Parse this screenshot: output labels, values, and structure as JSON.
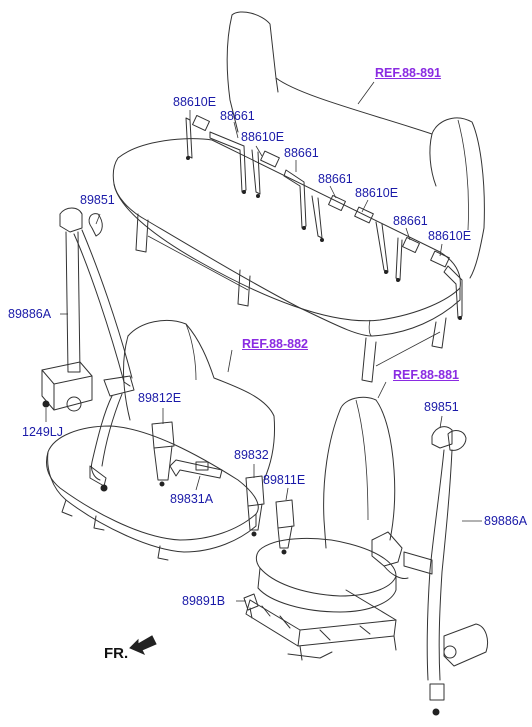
{
  "references": {
    "rear_seat_ref": "REF.88-891",
    "middle_seat_ref": "REF.88-882",
    "front_seat_ref": "REF.88-881"
  },
  "parts": {
    "buckle_rear_1": "88610E",
    "buckle_rear_2": "88610E",
    "buckle_rear_3": "88610E",
    "buckle_rear_4": "88610E",
    "belt_rear_1": "88661",
    "belt_rear_2": "88661",
    "belt_rear_3": "88661",
    "belt_rear_4": "88661",
    "cover_left": "89851",
    "retractor_left": "89886A",
    "bolt_left": "1249LJ",
    "buckle_middle": "89812E",
    "belt_middle": "89831A",
    "buckle_middle_2": "89832",
    "buckle_front": "89811E",
    "bolt_front": "89891B",
    "cover_right": "89851",
    "retractor_right": "89886A"
  },
  "direction": {
    "label": "FR."
  }
}
